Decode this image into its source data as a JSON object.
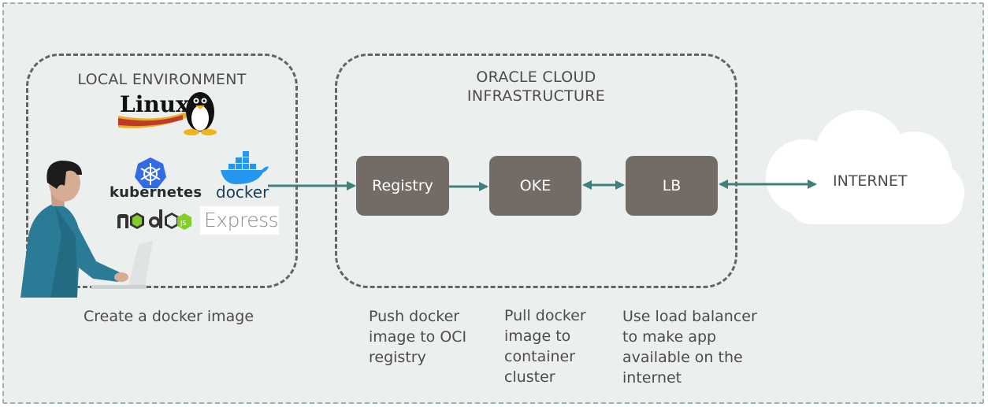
{
  "groups": {
    "local": {
      "title": "LOCAL ENVIRONMENT"
    },
    "oci": {
      "title": "ORACLE CLOUD\nINFRASTRUCTURE"
    }
  },
  "logos": {
    "linux": "Linux",
    "kubernetes": "kubernetes",
    "docker": "docker",
    "express": "Express"
  },
  "nodes": {
    "registry": "Registry",
    "oke": "OKE",
    "lb": "LB"
  },
  "internet": "INTERNET",
  "captions": {
    "local": "Create a docker image",
    "push": "Push docker\nimage to OCI\nregistry",
    "pull": "Pull docker\nimage to\ncontainer\ncluster",
    "lb": "Use load balancer\nto make app\navailable on the\ninternet"
  },
  "colors": {
    "background": "#ebefee",
    "node": "#736b65",
    "arrow": "#3f7f7c",
    "text": "#4f4b48",
    "person_shirt": "#2a7b95"
  },
  "icons": [
    "tux-penguin-icon",
    "kubernetes-helm-icon",
    "docker-whale-icon",
    "nodejs-logo-icon",
    "person-laptop-icon",
    "cloud-icon"
  ]
}
